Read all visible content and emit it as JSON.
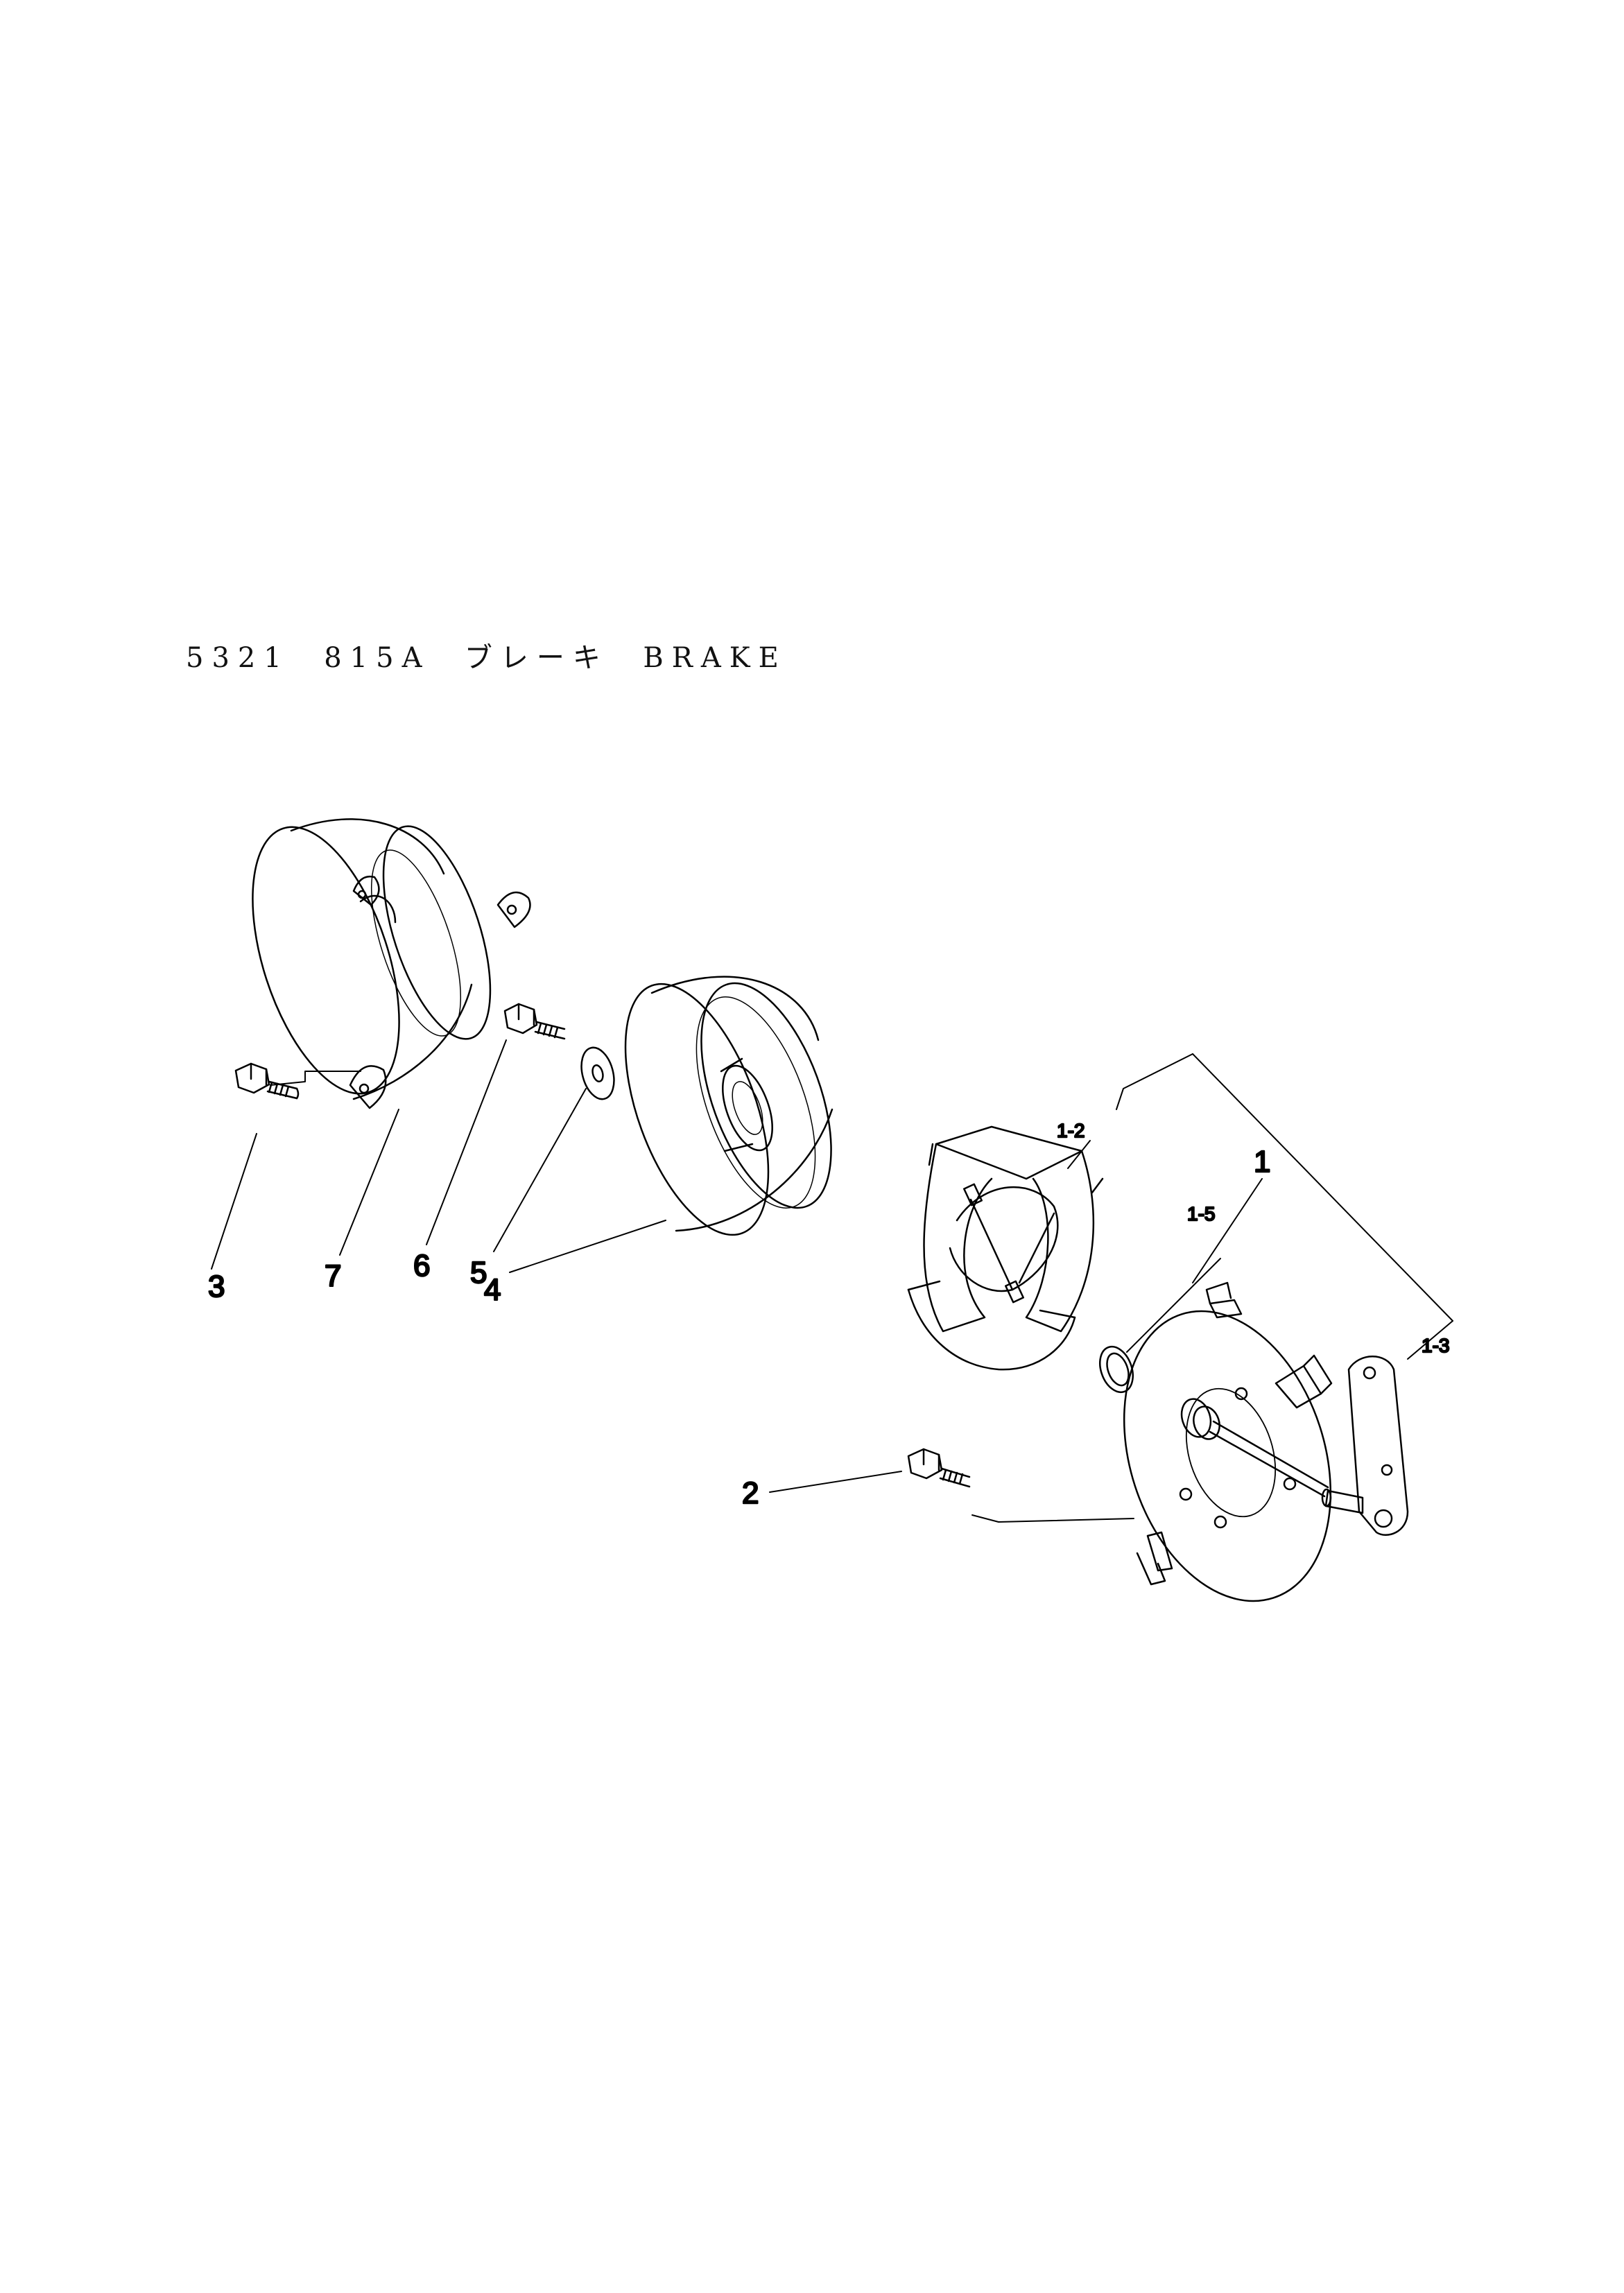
{
  "title": "5321  815A  ブレーキ  BRAKE",
  "callouts": {
    "c1": "1",
    "c1_2": "1-2",
    "c1_3": "1-3",
    "c1_5": "1-5",
    "c2": "2",
    "c3": "3",
    "c4": "4",
    "c5": "5",
    "c6": "6",
    "c7": "7"
  }
}
